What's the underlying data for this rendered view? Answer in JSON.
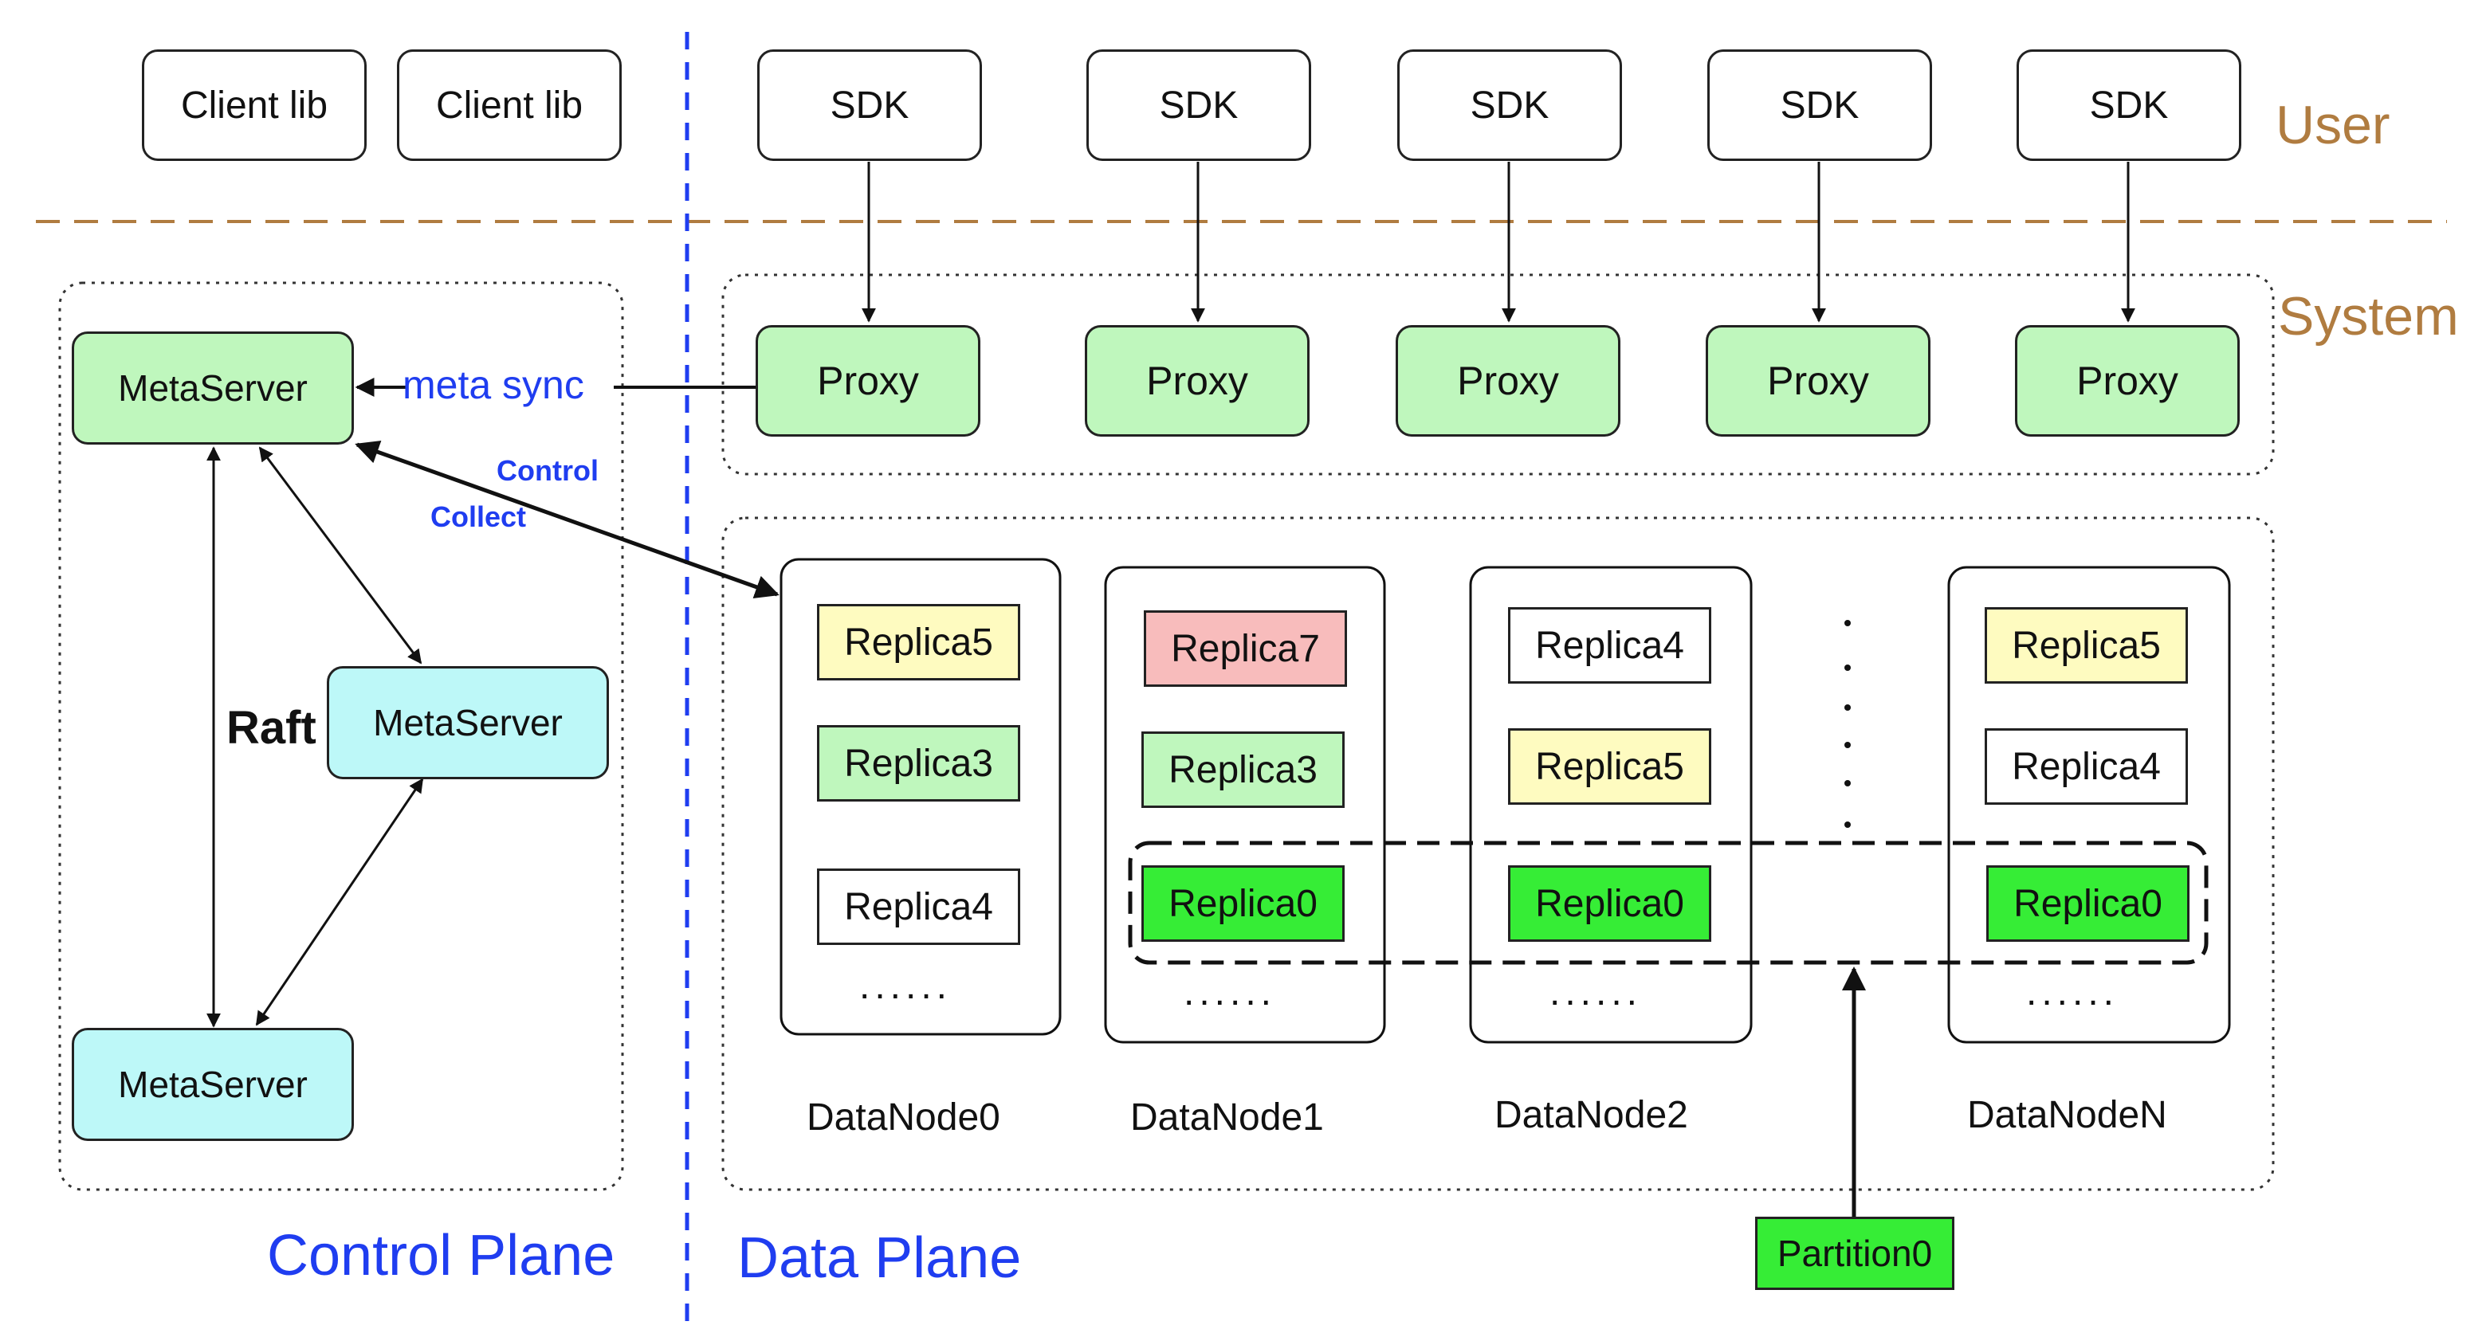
{
  "user_label": "User",
  "system_label": "System",
  "client_libs": [
    "Client lib",
    "Client lib"
  ],
  "sdks": [
    "SDK",
    "SDK",
    "SDK",
    "SDK",
    "SDK"
  ],
  "proxies": [
    "Proxy",
    "Proxy",
    "Proxy",
    "Proxy",
    "Proxy"
  ],
  "control_plane": {
    "title": "Control Plane",
    "metaservers": [
      "MetaServer",
      "MetaServer",
      "MetaServer"
    ],
    "raft": "Raft",
    "meta_sync": "meta sync",
    "control": "Control",
    "collect": "Collect"
  },
  "data_plane": {
    "title": "Data Plane",
    "nodes": [
      {
        "name": "DataNode0",
        "replicas": [
          "Replica5",
          "Replica3",
          "Replica4"
        ],
        "more": "......"
      },
      {
        "name": "DataNode1",
        "replicas": [
          "Replica7",
          "Replica3",
          "Replica0"
        ],
        "more": "......"
      },
      {
        "name": "DataNode2",
        "replicas": [
          "Replica4",
          "Replica5",
          "Replica0"
        ],
        "more": "......"
      },
      {
        "name": "DataNodeN",
        "replicas": [
          "Replica5",
          "Replica4",
          "Replica0"
        ],
        "more": "......"
      }
    ],
    "partition": "Partition0"
  },
  "colors": {
    "proxy_fill": "#bff7bd",
    "metaserver_cyan": "#bdf8f8",
    "replica_yellow": "#fefbc0",
    "replica_pink": "#f8bcbc",
    "replica_green": "#36ed36",
    "blue_text": "#1f3df0",
    "brown_label": "#b07c40"
  }
}
